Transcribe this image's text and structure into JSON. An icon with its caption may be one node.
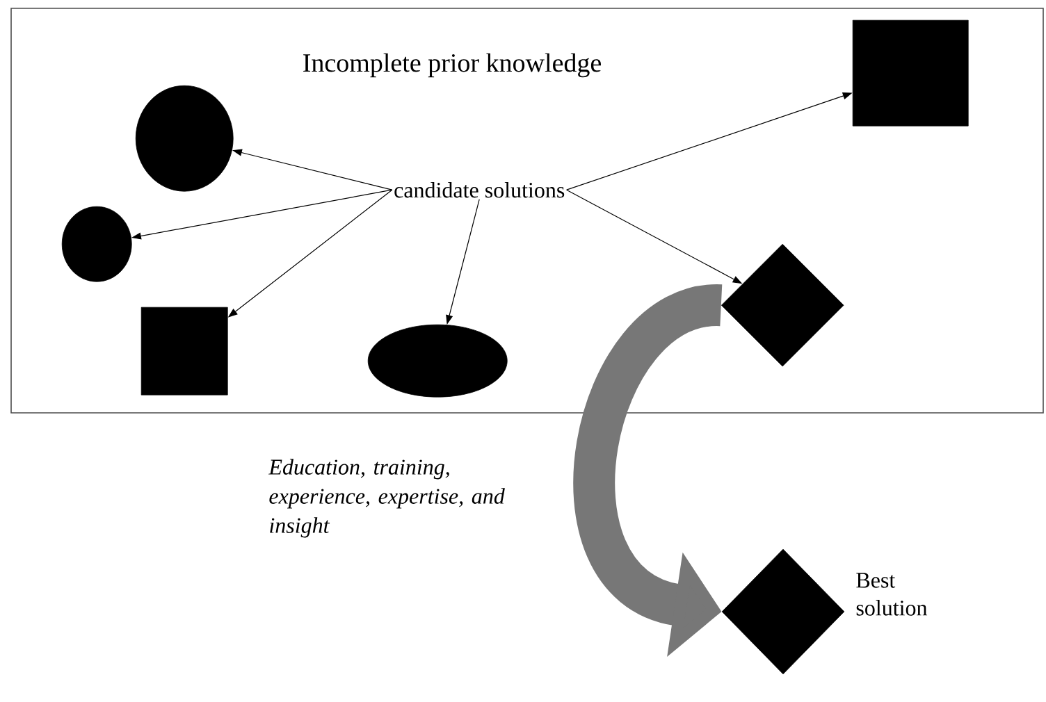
{
  "diagram": {
    "nodes": [
      {
        "text": [
          "Incomplete prior knowledge"
        ]
      },
      {
        "text": [
          "candidate solutions"
        ],
        "in": 0
      },
      {
        "text": [],
        "shape": "circle",
        "in": 0
      },
      {
        "text": [],
        "shape": "circle",
        "in": 0
      },
      {
        "text": [],
        "shape": "box",
        "in": 0
      },
      {
        "text": [],
        "shape": "ellipse",
        "in": 0
      },
      {
        "text": [],
        "shape": "box",
        "in": 0
      },
      {
        "text": [],
        "shape": "diamond",
        "in": 0
      },
      {
        "text": [],
        "shape": "diamond",
        "beside": [
          "Best solution"
        ]
      }
    ],
    "edges": [
      {
        "from": 1,
        "to": 2,
        "arrow": "to"
      },
      {
        "from": 1,
        "to": 3,
        "arrow": "to"
      },
      {
        "from": 1,
        "to": 4,
        "arrow": "to"
      },
      {
        "from": 1,
        "to": 5,
        "arrow": "to"
      },
      {
        "from": 1,
        "to": 6,
        "arrow": "to"
      },
      {
        "from": 1,
        "to": 7,
        "arrow": "to"
      },
      {
        "from": 7,
        "to": 8,
        "arrow": "to",
        "style": "thick",
        "color": "#777777",
        "label": "Education, training, experience, expertise, and insight"
      }
    ]
  }
}
